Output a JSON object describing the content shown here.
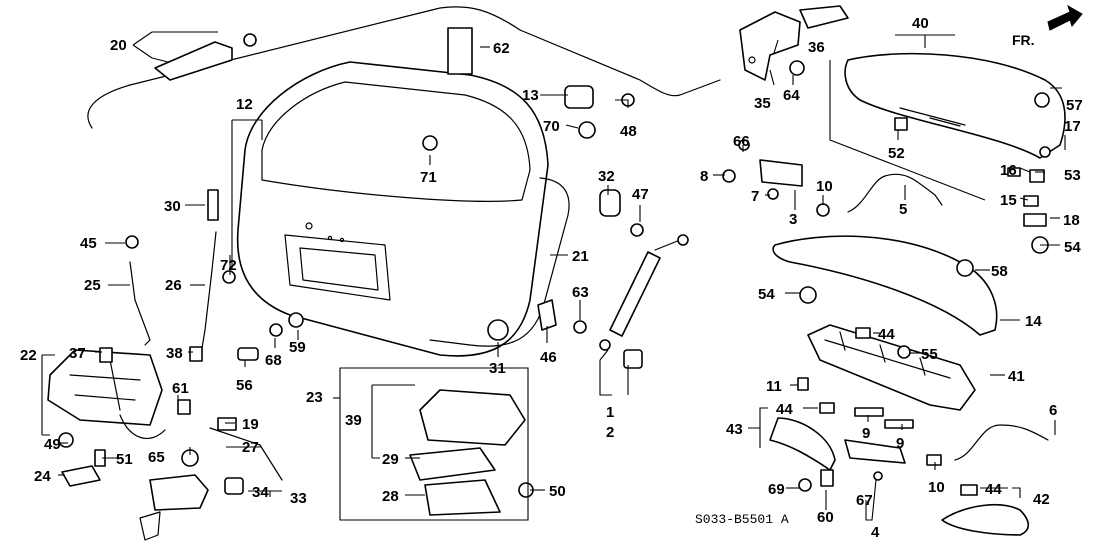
{
  "figure_code": "S033-B5501 A",
  "direction_label": "FR.",
  "callouts": [
    "1",
    "2",
    "3",
    "4",
    "5",
    "6",
    "7",
    "8",
    "9",
    "9",
    "10",
    "10",
    "11",
    "12",
    "13",
    "14",
    "15",
    "16",
    "17",
    "18",
    "19",
    "20",
    "21",
    "22",
    "23",
    "24",
    "25",
    "26",
    "27",
    "28",
    "29",
    "30",
    "31",
    "32",
    "33",
    "34",
    "35",
    "36",
    "37",
    "38",
    "39",
    "40",
    "41",
    "42",
    "43",
    "44",
    "44",
    "44",
    "44",
    "45",
    "46",
    "47",
    "48",
    "49",
    "50",
    "51",
    "52",
    "53",
    "54",
    "54",
    "55",
    "56",
    "57",
    "58",
    "59",
    "60",
    "61",
    "62",
    "63",
    "64",
    "65",
    "66",
    "67",
    "68",
    "69",
    "70",
    "71",
    "72"
  ]
}
